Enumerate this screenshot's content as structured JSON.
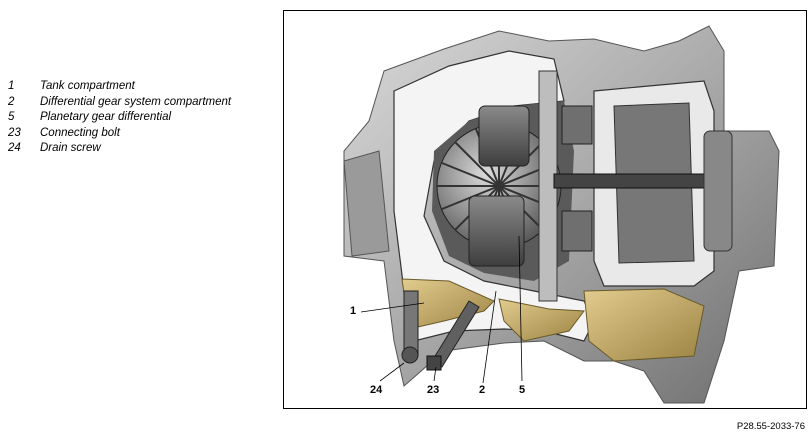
{
  "legend": [
    {
      "num": "1",
      "label": "Tank compartment"
    },
    {
      "num": "2",
      "label": "Differential gear system compartment"
    },
    {
      "num": "5",
      "label": "Planetary gear differential"
    },
    {
      "num": "23",
      "label": "Connecting bolt"
    },
    {
      "num": "24",
      "label": "Drain screw"
    }
  ],
  "callouts": {
    "c1": "1",
    "c24": "24",
    "c23": "23",
    "c2": "2",
    "c5": "5"
  },
  "figure_code": "P28.55-2033-76"
}
